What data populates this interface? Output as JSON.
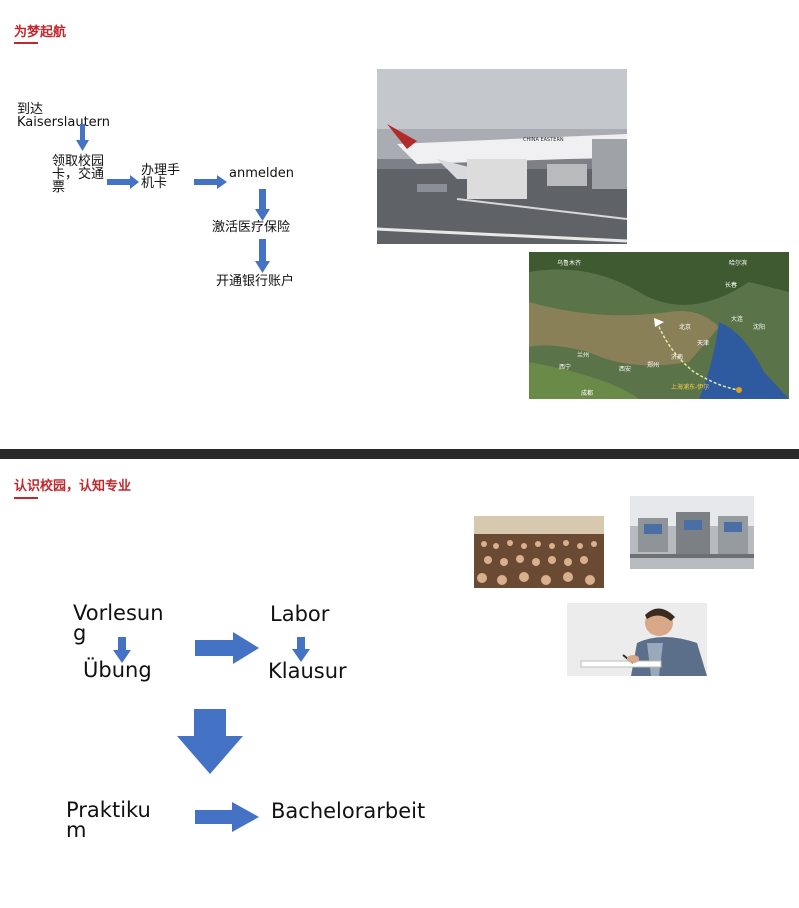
{
  "slide1": {
    "title": "为梦起航",
    "steps": {
      "arrive": "到达\nKaiserslautern",
      "campus_card": "领取校园\n卡，交通\n票",
      "phone_card": "办理手\n机卡",
      "register": "anmelden",
      "insurance": "激活医疗保险",
      "bank": "开通银行账户"
    },
    "photos": {
      "airplane_text": "CHINA EASTERN",
      "map_cities": [
        "乌鲁木齐",
        "哈尔滨",
        "长春",
        "沈阳",
        "北京",
        "天津",
        "大连",
        "济南",
        "郑州",
        "西安",
        "兰州",
        "西宁",
        "成都",
        "上海浦东-伊尔"
      ]
    }
  },
  "slide2": {
    "title": "认识校园，认知专业",
    "items": {
      "vorlesung": "Vorlesun\ng",
      "uebung": "Übung",
      "labor": "Labor",
      "klausur": "Klausur",
      "praktikum": "Praktiku\nm",
      "bachelorarbeit": "Bachelorarbeit"
    }
  },
  "colors": {
    "accent": "#c0282d",
    "arrow": "#4472c4"
  }
}
